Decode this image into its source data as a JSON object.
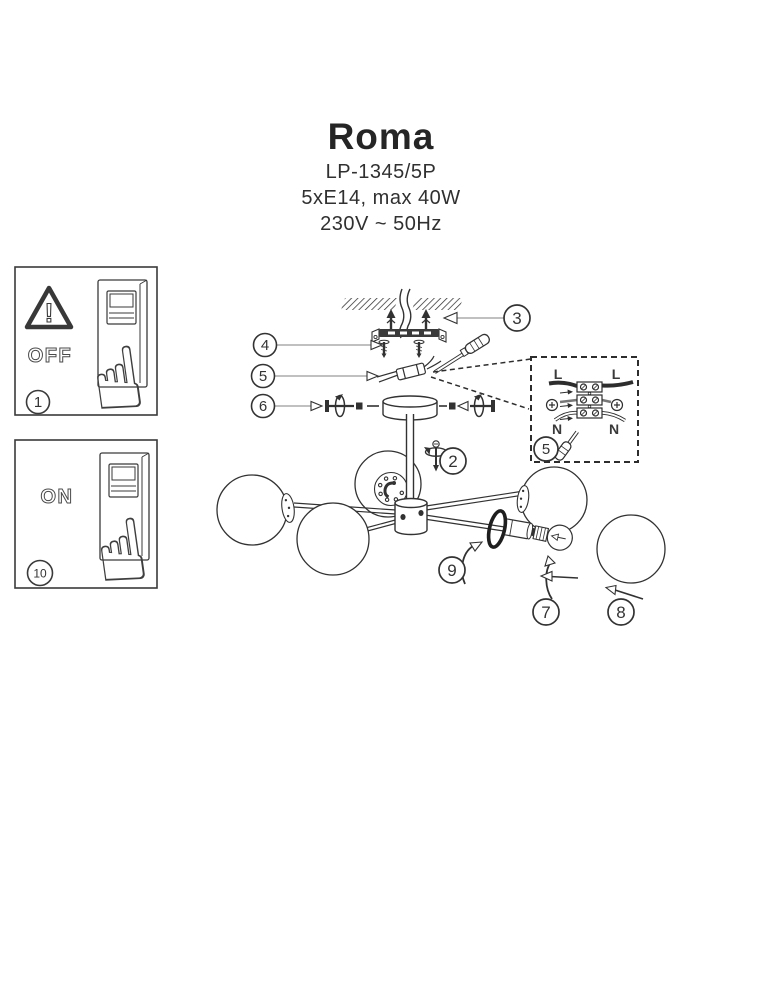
{
  "title": {
    "product": "Roma",
    "model": "LP-1345/5P",
    "bulb_spec": "5xE14, max 40W",
    "power_spec": "230V ~ 50Hz"
  },
  "panels": {
    "off": {
      "label": "OFF",
      "step": "1"
    },
    "on": {
      "label": "ON",
      "step": "10"
    }
  },
  "steps": {
    "bracket": "3",
    "bracket_screws": "4",
    "wire_connector": "5",
    "canopy_screws": "6",
    "stem_screw": "2",
    "wiring_detail": "5",
    "gasket_ring": "9",
    "bulb": "7",
    "shade": "8"
  },
  "wiring_labels": {
    "live_left": "L",
    "live_right": "L",
    "neutral_left": "N",
    "neutral_right": "N"
  },
  "icons": {
    "pointing_hand": "☝",
    "warning_mark": "!"
  },
  "colors": {
    "ink": "#323232",
    "line_gray": "#9b9b9b",
    "paper": "#ffffff"
  }
}
